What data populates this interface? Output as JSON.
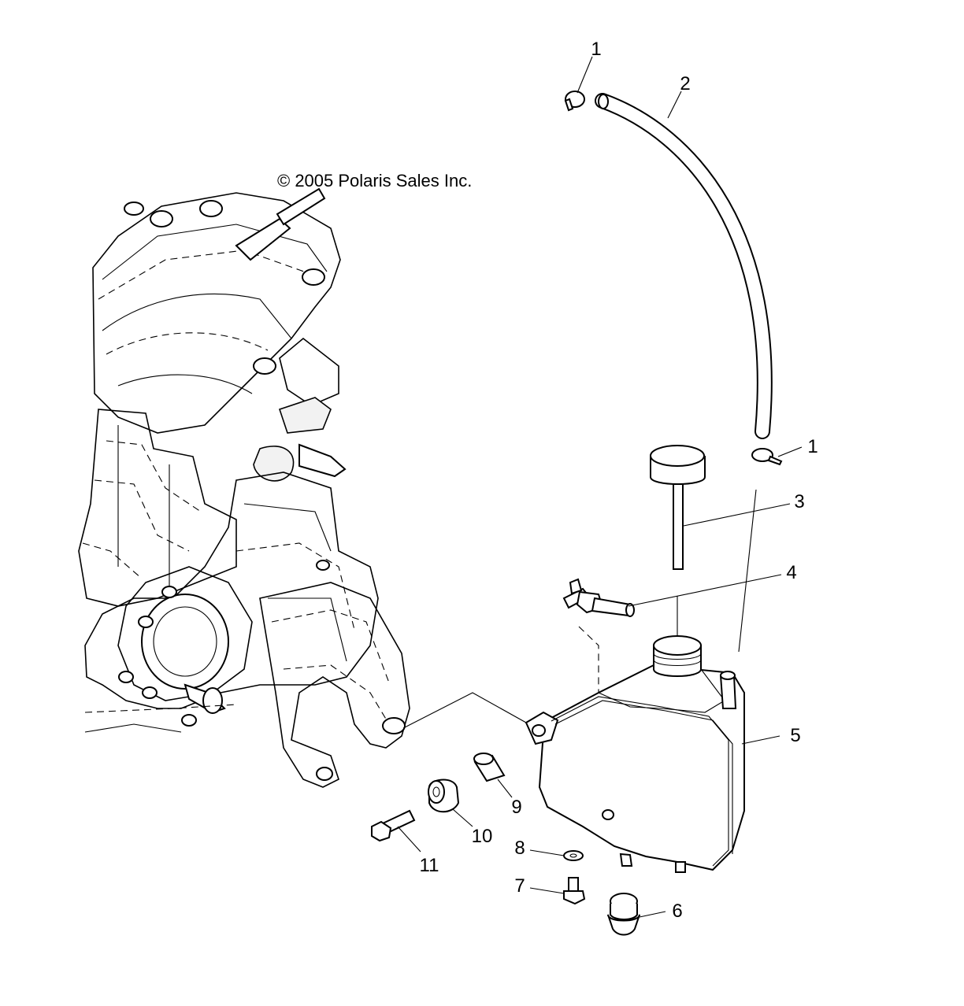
{
  "copyright": "© 2005 Polaris Sales Inc.",
  "callouts": [
    {
      "id": "1a",
      "text": "1"
    },
    {
      "id": "2",
      "text": "2"
    },
    {
      "id": "1b",
      "text": "1"
    },
    {
      "id": "3",
      "text": "3"
    },
    {
      "id": "4",
      "text": "4"
    },
    {
      "id": "5",
      "text": "5"
    },
    {
      "id": "9",
      "text": "9"
    },
    {
      "id": "10",
      "text": "10"
    },
    {
      "id": "11",
      "text": "11"
    },
    {
      "id": "8",
      "text": "8"
    },
    {
      "id": "7",
      "text": "7"
    },
    {
      "id": "6",
      "text": "6"
    }
  ]
}
